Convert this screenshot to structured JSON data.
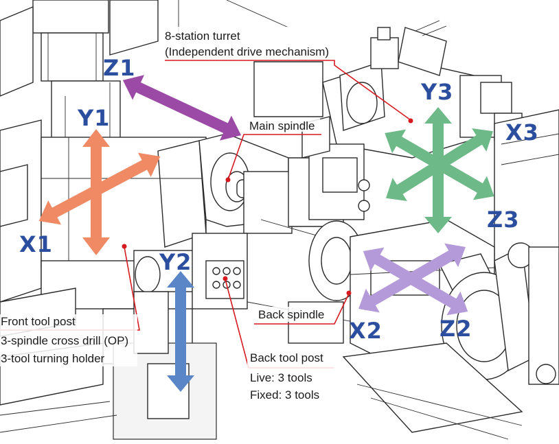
{
  "labels": {
    "turret_line1": "8-station turret",
    "turret_line2": "(Independent drive mechanism)",
    "main_spindle": "Main spindle",
    "back_spindle": "Back spindle",
    "front_tool_post": "Front tool post",
    "front_line2": "3-spindle cross drill (OP)",
    "front_line3": "3-tool turning holder",
    "back_tool_post": "Back tool post",
    "live": "Live: 3 tools",
    "fixed": "Fixed: 3 tools"
  },
  "axes": {
    "z1": "Z1",
    "y1": "Y1",
    "x1": "X1",
    "y2": "Y2",
    "x2": "X2",
    "z2": "Z2",
    "y3": "Y3",
    "x3": "X3",
    "z3": "Z3"
  },
  "colors": {
    "axis_text": "#2b4e9e",
    "leader": "#d71920",
    "arrow_purple": "#9b4aa5",
    "arrow_orange": "#f08a64",
    "arrow_blue": "#5a86c8",
    "arrow_lavender": "#b49ad8",
    "arrow_green": "#6db987"
  }
}
